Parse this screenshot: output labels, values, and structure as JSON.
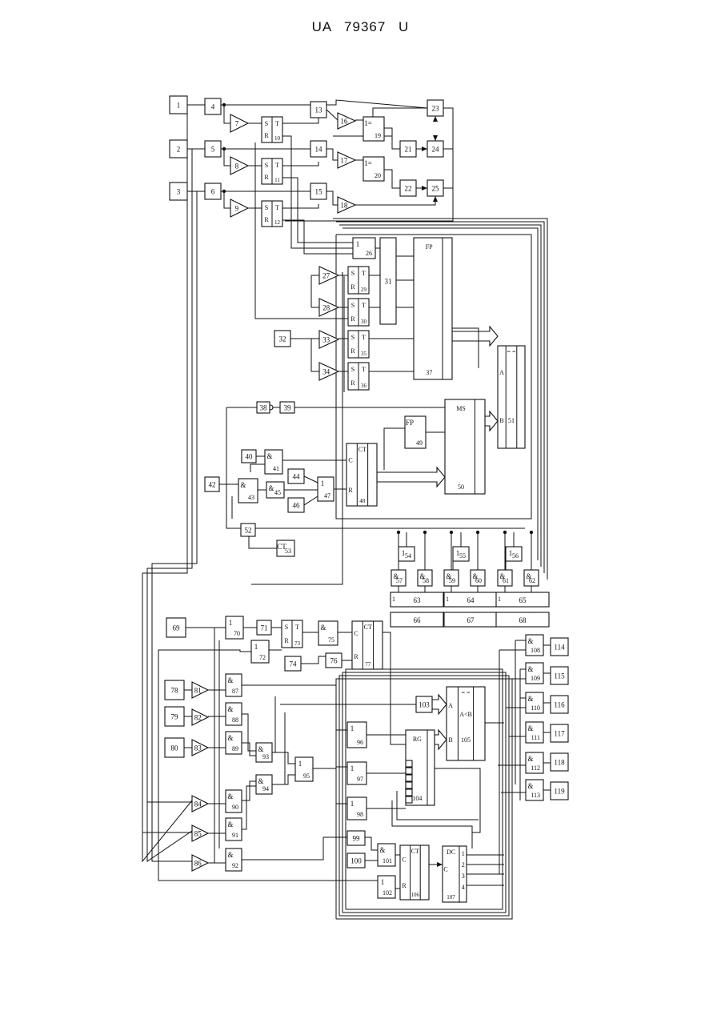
{
  "header": {
    "text": "UA   79367   U"
  },
  "blocks": [
    {
      "id": "b1",
      "num": "1",
      "kind": "box"
    },
    {
      "id": "b2",
      "num": "2",
      "kind": "box"
    },
    {
      "id": "b3",
      "num": "3",
      "kind": "box"
    },
    {
      "id": "b4",
      "num": "4",
      "kind": "box"
    },
    {
      "id": "b5",
      "num": "5",
      "kind": "box"
    },
    {
      "id": "b6",
      "num": "6",
      "kind": "box"
    },
    {
      "id": "b7",
      "num": "7",
      "kind": "amp"
    },
    {
      "id": "b8",
      "num": "8",
      "kind": "amp"
    },
    {
      "id": "b9",
      "num": "9",
      "kind": "amp"
    },
    {
      "id": "b10",
      "num": "10",
      "kind": "trigger",
      "sym": "T",
      "pins": [
        "S",
        "R"
      ]
    },
    {
      "id": "b11",
      "num": "11",
      "kind": "trigger",
      "sym": "T",
      "pins": [
        "S",
        "R"
      ]
    },
    {
      "id": "b12",
      "num": "12",
      "kind": "trigger",
      "sym": "T",
      "pins": [
        "S",
        "R"
      ]
    },
    {
      "id": "b13",
      "num": "13",
      "kind": "box"
    },
    {
      "id": "b14",
      "num": "14",
      "kind": "box"
    },
    {
      "id": "b15",
      "num": "15",
      "kind": "box"
    },
    {
      "id": "b16",
      "num": "16",
      "kind": "amp"
    },
    {
      "id": "b17",
      "num": "17",
      "kind": "amp"
    },
    {
      "id": "b18",
      "num": "18",
      "kind": "amp"
    },
    {
      "id": "b19",
      "num": "19",
      "kind": "gate",
      "sym": "1="
    },
    {
      "id": "b20",
      "num": "20",
      "kind": "gate",
      "sym": "1="
    },
    {
      "id": "b21",
      "num": "21",
      "kind": "box"
    },
    {
      "id": "b22",
      "num": "22",
      "kind": "box"
    },
    {
      "id": "b23",
      "num": "23",
      "kind": "box"
    },
    {
      "id": "b24",
      "num": "24",
      "kind": "box"
    },
    {
      "id": "b25",
      "num": "25",
      "kind": "box"
    },
    {
      "id": "b26",
      "num": "26",
      "kind": "gate",
      "sym": "1"
    },
    {
      "id": "b27",
      "num": "27",
      "kind": "amp"
    },
    {
      "id": "b28",
      "num": "28",
      "kind": "amp"
    },
    {
      "id": "b29",
      "num": "29",
      "kind": "trigger",
      "sym": "T",
      "pins": [
        "S",
        "R"
      ]
    },
    {
      "id": "b30",
      "num": "30",
      "kind": "trigger",
      "sym": "T",
      "pins": [
        "S",
        "R"
      ]
    },
    {
      "id": "b31",
      "num": "31",
      "kind": "box"
    },
    {
      "id": "b32",
      "num": "32",
      "kind": "box"
    },
    {
      "id": "b33",
      "num": "33",
      "kind": "amp"
    },
    {
      "id": "b34",
      "num": "34",
      "kind": "amp"
    },
    {
      "id": "b35",
      "num": "35",
      "kind": "trigger",
      "sym": "T",
      "pins": [
        "S",
        "R"
      ]
    },
    {
      "id": "b36",
      "num": "36",
      "kind": "trigger",
      "sym": "T",
      "pins": [
        "S",
        "R"
      ]
    },
    {
      "id": "b37",
      "num": "37",
      "kind": "reg",
      "sym": "FP"
    },
    {
      "id": "b38",
      "num": "38",
      "kind": "box"
    },
    {
      "id": "b39",
      "num": "39",
      "kind": "box"
    },
    {
      "id": "b40",
      "num": "40",
      "kind": "box"
    },
    {
      "id": "b41",
      "num": "41",
      "kind": "gate",
      "sym": "&"
    },
    {
      "id": "b42",
      "num": "42",
      "kind": "box"
    },
    {
      "id": "b43",
      "num": "43",
      "kind": "gate",
      "sym": "&"
    },
    {
      "id": "b44",
      "num": "44",
      "kind": "box"
    },
    {
      "id": "b45",
      "num": "45",
      "kind": "gate",
      "sym": "&"
    },
    {
      "id": "b46",
      "num": "46",
      "kind": "box"
    },
    {
      "id": "b47",
      "num": "47",
      "kind": "gate",
      "sym": "1"
    },
    {
      "id": "b48",
      "num": "48",
      "kind": "counter",
      "sym": "CT",
      "pins": [
        "C",
        "R"
      ]
    },
    {
      "id": "b49",
      "num": "49",
      "kind": "gate",
      "sym": "FP"
    },
    {
      "id": "b50",
      "num": "50",
      "kind": "reg",
      "sym": "MS"
    },
    {
      "id": "b51",
      "num": "51",
      "kind": "comp",
      "sym": "= =",
      "pins": [
        "A",
        "B"
      ]
    },
    {
      "id": "b52",
      "num": "52",
      "kind": "box"
    },
    {
      "id": "b53",
      "num": "53",
      "kind": "gate",
      "sym": "CT"
    },
    {
      "id": "b54",
      "num": "54",
      "kind": "gate",
      "sym": "1"
    },
    {
      "id": "b55",
      "num": "55",
      "kind": "gate",
      "sym": "1"
    },
    {
      "id": "b56",
      "num": "56",
      "kind": "gate",
      "sym": "1"
    },
    {
      "id": "b57",
      "num": "57",
      "kind": "gate",
      "sym": "&"
    },
    {
      "id": "b58",
      "num": "58",
      "kind": "gate",
      "sym": "&"
    },
    {
      "id": "b59",
      "num": "59",
      "kind": "gate",
      "sym": "&"
    },
    {
      "id": "b60",
      "num": "60",
      "kind": "gate",
      "sym": "&"
    },
    {
      "id": "b61",
      "num": "61",
      "kind": "gate",
      "sym": "&"
    },
    {
      "id": "b62",
      "num": "62",
      "kind": "gate",
      "sym": "&"
    },
    {
      "id": "b63",
      "num": "63",
      "kind": "bar",
      "sym": "1"
    },
    {
      "id": "b64",
      "num": "64",
      "kind": "bar",
      "sym": "1"
    },
    {
      "id": "b65",
      "num": "65",
      "kind": "bar",
      "sym": "1"
    },
    {
      "id": "b66",
      "num": "66",
      "kind": "bar"
    },
    {
      "id": "b67",
      "num": "67",
      "kind": "bar"
    },
    {
      "id": "b68",
      "num": "68",
      "kind": "bar"
    },
    {
      "id": "b69",
      "num": "69",
      "kind": "box"
    },
    {
      "id": "b70",
      "num": "70",
      "kind": "gate",
      "sym": "1"
    },
    {
      "id": "b71",
      "num": "71",
      "kind": "box"
    },
    {
      "id": "b72",
      "num": "72",
      "kind": "gate",
      "sym": "1"
    },
    {
      "id": "b73",
      "num": "73",
      "kind": "trigger",
      "sym": "T",
      "pins": [
        "S",
        "R"
      ]
    },
    {
      "id": "b74",
      "num": "74",
      "kind": "box"
    },
    {
      "id": "b75",
      "num": "75",
      "kind": "gate",
      "sym": "&"
    },
    {
      "id": "b76",
      "num": "76",
      "kind": "box"
    },
    {
      "id": "b77",
      "num": "77",
      "kind": "counter",
      "sym": "CT",
      "pins": [
        "C",
        "R"
      ]
    },
    {
      "id": "b78",
      "num": "78",
      "kind": "box"
    },
    {
      "id": "b79",
      "num": "79",
      "kind": "box"
    },
    {
      "id": "b80",
      "num": "80",
      "kind": "box"
    },
    {
      "id": "b81",
      "num": "81",
      "kind": "amp"
    },
    {
      "id": "b82",
      "num": "82",
      "kind": "amp"
    },
    {
      "id": "b83",
      "num": "83",
      "kind": "amp"
    },
    {
      "id": "b84",
      "num": "84",
      "kind": "amp"
    },
    {
      "id": "b85",
      "num": "85",
      "kind": "amp"
    },
    {
      "id": "b86",
      "num": "86",
      "kind": "amp"
    },
    {
      "id": "b87",
      "num": "87",
      "kind": "gate",
      "sym": "&"
    },
    {
      "id": "b88",
      "num": "88",
      "kind": "gate",
      "sym": "&"
    },
    {
      "id": "b89",
      "num": "89",
      "kind": "gate",
      "sym": "&"
    },
    {
      "id": "b90",
      "num": "90",
      "kind": "gate",
      "sym": "&"
    },
    {
      "id": "b91",
      "num": "91",
      "kind": "gate",
      "sym": "&"
    },
    {
      "id": "b92",
      "num": "92",
      "kind": "gate",
      "sym": "&"
    },
    {
      "id": "b93",
      "num": "93",
      "kind": "gate",
      "sym": "&"
    },
    {
      "id": "b94",
      "num": "94",
      "kind": "gate",
      "sym": "&"
    },
    {
      "id": "b95",
      "num": "95",
      "kind": "gate",
      "sym": "1"
    },
    {
      "id": "b96",
      "num": "96",
      "kind": "gate",
      "sym": "1"
    },
    {
      "id": "b97",
      "num": "97",
      "kind": "gate",
      "sym": "1"
    },
    {
      "id": "b98",
      "num": "98",
      "kind": "gate",
      "sym": "1"
    },
    {
      "id": "b99",
      "num": "99",
      "kind": "box"
    },
    {
      "id": "b100",
      "num": "100",
      "kind": "box"
    },
    {
      "id": "b101",
      "num": "101",
      "kind": "gate",
      "sym": "&"
    },
    {
      "id": "b102",
      "num": "102",
      "kind": "gate",
      "sym": "1"
    },
    {
      "id": "b103",
      "num": "103",
      "kind": "box"
    },
    {
      "id": "b104",
      "num": "104",
      "kind": "reg",
      "sym": "RG"
    },
    {
      "id": "b105",
      "num": "105",
      "kind": "comp",
      "sym": "= =",
      "pins": [
        "A",
        "B"
      ],
      "extra": "A<B"
    },
    {
      "id": "b106",
      "num": "106",
      "kind": "counter",
      "sym": "CT",
      "pins": [
        "C",
        "R"
      ]
    },
    {
      "id": "b107",
      "num": "107",
      "kind": "dc",
      "sym": "DC",
      "pins": [
        "C"
      ],
      "outs": [
        "1",
        "2",
        "3",
        "4"
      ]
    },
    {
      "id": "b108",
      "num": "108",
      "kind": "gate",
      "sym": "&"
    },
    {
      "id": "b109",
      "num": "109",
      "kind": "gate",
      "sym": "&"
    },
    {
      "id": "b110",
      "num": "110",
      "kind": "gate",
      "sym": "&"
    },
    {
      "id": "b111",
      "num": "111",
      "kind": "gate",
      "sym": "&"
    },
    {
      "id": "b112",
      "num": "112",
      "kind": "gate",
      "sym": "&"
    },
    {
      "id": "b113",
      "num": "113",
      "kind": "gate",
      "sym": "&"
    },
    {
      "id": "b114",
      "num": "114",
      "kind": "box"
    },
    {
      "id": "b115",
      "num": "115",
      "kind": "box"
    },
    {
      "id": "b116",
      "num": "116",
      "kind": "box"
    },
    {
      "id": "b117",
      "num": "117",
      "kind": "box"
    },
    {
      "id": "b118",
      "num": "118",
      "kind": "box"
    },
    {
      "id": "b119",
      "num": "119",
      "kind": "box"
    }
  ]
}
